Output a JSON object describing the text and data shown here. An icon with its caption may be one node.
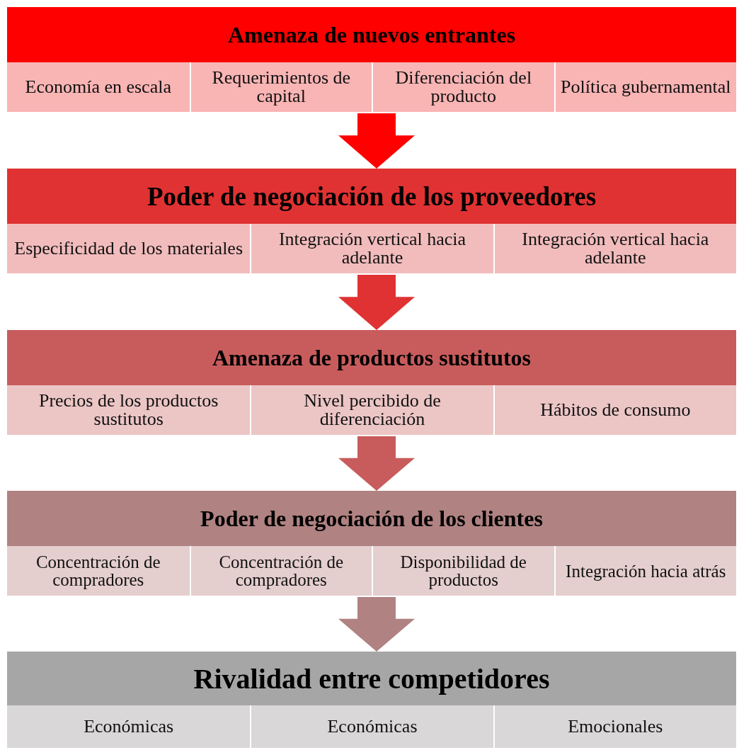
{
  "diagram": {
    "nodes": [
      {
        "text": [
          "Amenaza de nuevos entrantes"
        ]
      },
      {
        "text": [
          "Economía en escala"
        ],
        "in": 0
      },
      {
        "text": [
          "Requerimientos de capital"
        ],
        "in": 0
      },
      {
        "text": [
          "Diferenciación del producto"
        ],
        "in": 0
      },
      {
        "text": [
          "Política gubernamental"
        ],
        "in": 0
      },
      {
        "text": [
          "Poder de negociación de los proveedores"
        ]
      },
      {
        "text": [
          "Especificidad de los materiales"
        ],
        "in": 5
      },
      {
        "text": [
          "Integración vertical hacia adelante"
        ],
        "in": 5
      },
      {
        "text": [
          "Integración vertical hacia adelante"
        ],
        "in": 5
      },
      {
        "text": [
          "Amenaza de productos sustitutos"
        ]
      },
      {
        "text": [
          "Precios de los productos sustitutos"
        ],
        "in": 9
      },
      {
        "text": [
          "Nivel percibido de diferenciación"
        ],
        "in": 9
      },
      {
        "text": [
          "Hábitos de consumo"
        ],
        "in": 9
      },
      {
        "text": [
          "Poder de negociación de los clientes"
        ]
      },
      {
        "text": [
          "Concentración de compradores"
        ],
        "in": 13
      },
      {
        "text": [
          "Concentración de compradores"
        ],
        "in": 13
      },
      {
        "text": [
          "Disponibilidad de productos"
        ],
        "in": 13
      },
      {
        "text": [
          "Integración hacia atrás"
        ],
        "in": 13
      },
      {
        "text": [
          "Rivalidad entre competidores"
        ]
      },
      {
        "text": [
          "Económicas"
        ],
        "in": 18
      },
      {
        "text": [
          "Económicas"
        ],
        "in": 18
      },
      {
        "text": [
          "Emocionales"
        ],
        "in": 18
      }
    ],
    "edges": [
      {
        "from": 0,
        "to": 5,
        "arrow": "to",
        "style": "thick",
        "color": "#ff0000"
      },
      {
        "from": 5,
        "to": 9,
        "arrow": "to",
        "style": "thick",
        "color": "#e03232"
      },
      {
        "from": 9,
        "to": 13,
        "arrow": "to",
        "style": "thick",
        "color": "#c85c5c"
      },
      {
        "from": 13,
        "to": 18,
        "arrow": "to",
        "style": "thick",
        "color": "#b08282"
      }
    ]
  }
}
